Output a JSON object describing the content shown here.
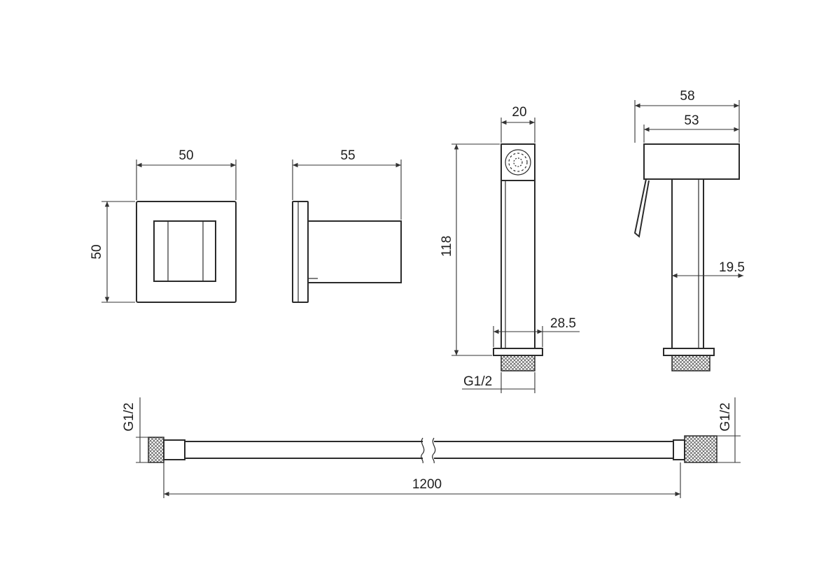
{
  "dimensions": {
    "holder_width": "50",
    "holder_height": "50",
    "holder_depth": "55",
    "sprayer_head_width": "20",
    "sprayer_height": "118",
    "sprayer_flange": "28.5",
    "sprayer_thread": "G1/2",
    "sprayer_side_width_total": "58",
    "sprayer_side_width_head": "53",
    "sprayer_handle_width": "19.5",
    "hose_left_thread": "G1/2",
    "hose_right_thread": "G1/2",
    "hose_length": "1200"
  },
  "colors": {
    "line": "#2b2b2b",
    "background": "#ffffff"
  }
}
